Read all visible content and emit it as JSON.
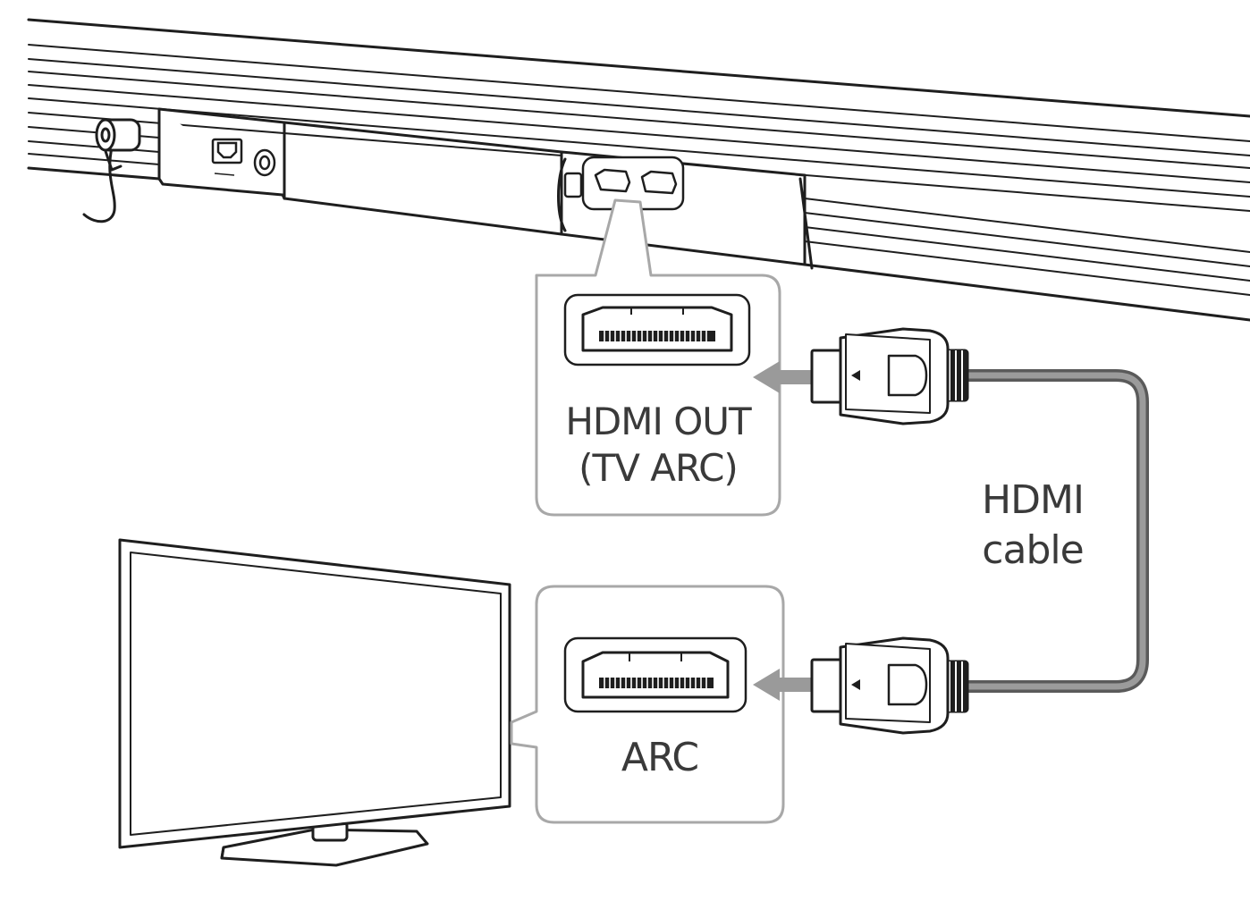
{
  "labels": {
    "soundbar_port": [
      "HDMI OUT",
      "(TV ARC)"
    ],
    "tv_port": "ARC",
    "cable": [
      "HDMI",
      "cable"
    ]
  },
  "colors": {
    "line": "#1e1e1e",
    "callout_border": "#a8a8a8",
    "arrow": "#9a9a9a",
    "cable_outer": "#5a5a5a",
    "cable_inner": "#9b9b9b",
    "text": "#3a3a3a"
  },
  "icons": [
    "hdmi-port-icon",
    "hdmi-plug-icon",
    "arrow-left-icon",
    "power-cord-icon",
    "optical-port-icon",
    "audio-jack-icon"
  ]
}
